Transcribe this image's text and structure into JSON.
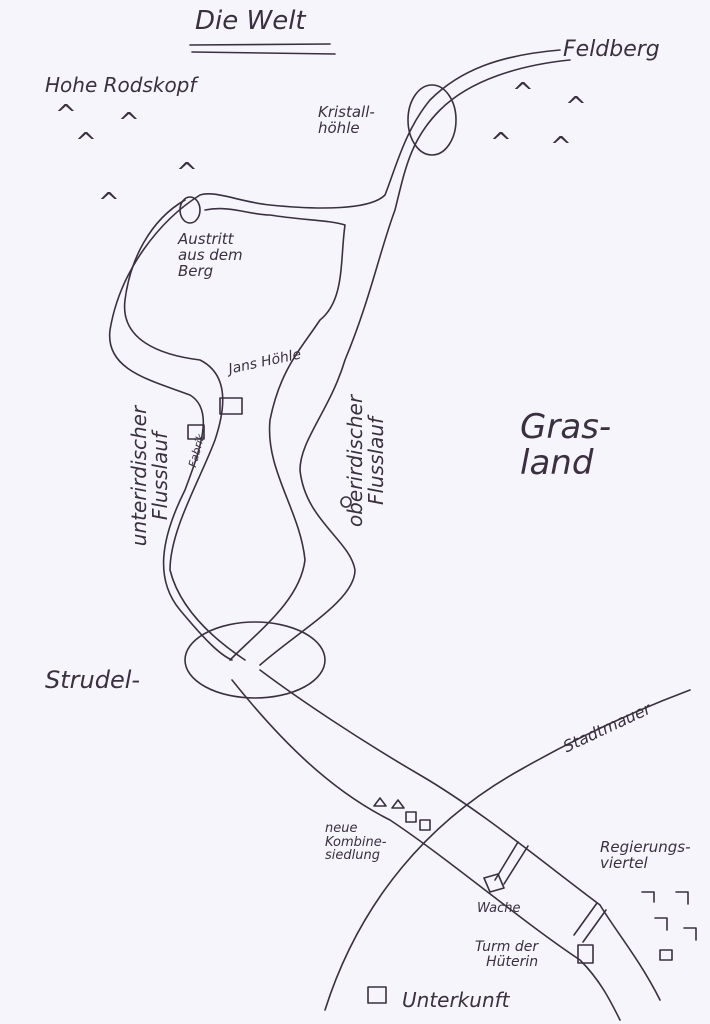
{
  "title": "Die Welt",
  "labels": {
    "feldberg": "Feldberg",
    "hohe_rodskopf": "Hohe Rodskopf",
    "kristallhoehle": "Kristall-\nhöhle",
    "austritt": "Austritt\naus dem\nBerg",
    "jans_hoehle": "Jans Höhle",
    "fabrik": "Fabrik",
    "unterirdisch": "unterirdischer\nFlusslauf",
    "oberirdisch": "oberirdischer\nFlusslauf",
    "grasland": "Gras-\nland",
    "strudel": "Strudel-",
    "stadtmauer": "Stadtmauer",
    "kombine": "neue\nKombine-\nsiedlung",
    "wache": "Wache",
    "regierung": "Regierungs-\nviertel",
    "turm": "Turm der\nHüterin",
    "unterkunft": "Unterkunft"
  },
  "icons": {
    "mountain": "^"
  },
  "colors": {
    "ink": "#3b3040",
    "paper": "#f5f5fb"
  }
}
